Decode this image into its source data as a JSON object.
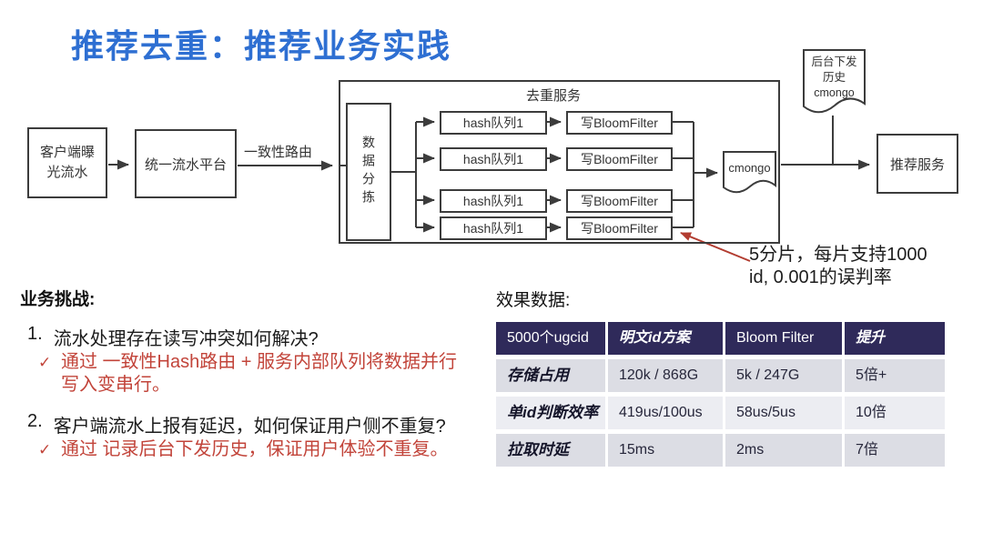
{
  "slide": {
    "title": "推荐去重：推荐业务实践"
  },
  "diagram": {
    "client_box": "客户端曝光流水",
    "platform_box": "统一流水平台",
    "route_label": "一致性路由",
    "dedup_container_label": "去重服务",
    "data_sort_box": "数据分拣",
    "hash_labels": [
      "hash队列1",
      "hash队列1",
      "hash队列1",
      "hash队列1"
    ],
    "bloom_labels": [
      "写BloomFilter",
      "写BloomFilter",
      "写BloomFilter",
      "写BloomFilter"
    ],
    "cmongo_label": "cmongo",
    "history_lines": [
      "后台下发",
      "历史",
      "cmongo"
    ],
    "recommend_box": "推荐服务",
    "annotation": {
      "line1": "5分片，每片支持1000",
      "line2": "id, 0.001的误判率"
    }
  },
  "challenges": {
    "heading": "业务挑战:",
    "items": [
      {
        "num": "1.",
        "question": "流水处理存在读写冲突如何解决?",
        "check": "✓",
        "answer": "通过 一致性Hash路由 + 服务内部队列将数据并行写入变串行。"
      },
      {
        "num": "2.",
        "question": "客户端流水上报有延迟，如何保证用户侧不重复?",
        "check": "✓",
        "answer": "通过 记录后台下发历史，保证用户体验不重复。"
      }
    ]
  },
  "results": {
    "heading": "效果数据:",
    "table": {
      "headers": [
        "5000个ugcid",
        "明文id方案",
        "Bloom Filter",
        "提升"
      ],
      "rows": [
        [
          "存储占用",
          "120k / 868G",
          "5k / 247G",
          "5倍+"
        ],
        [
          "单id判断效率",
          "419us/100us",
          "58us/5us",
          "10倍"
        ],
        [
          "拉取时延",
          "15ms",
          "2ms",
          "7倍"
        ]
      ]
    }
  },
  "colors": {
    "title_blue": "#2e6fd2",
    "accent_red": "#c2443a",
    "table_header_bg": "#2f2a5a",
    "line_gray": "#3c3c3c"
  }
}
